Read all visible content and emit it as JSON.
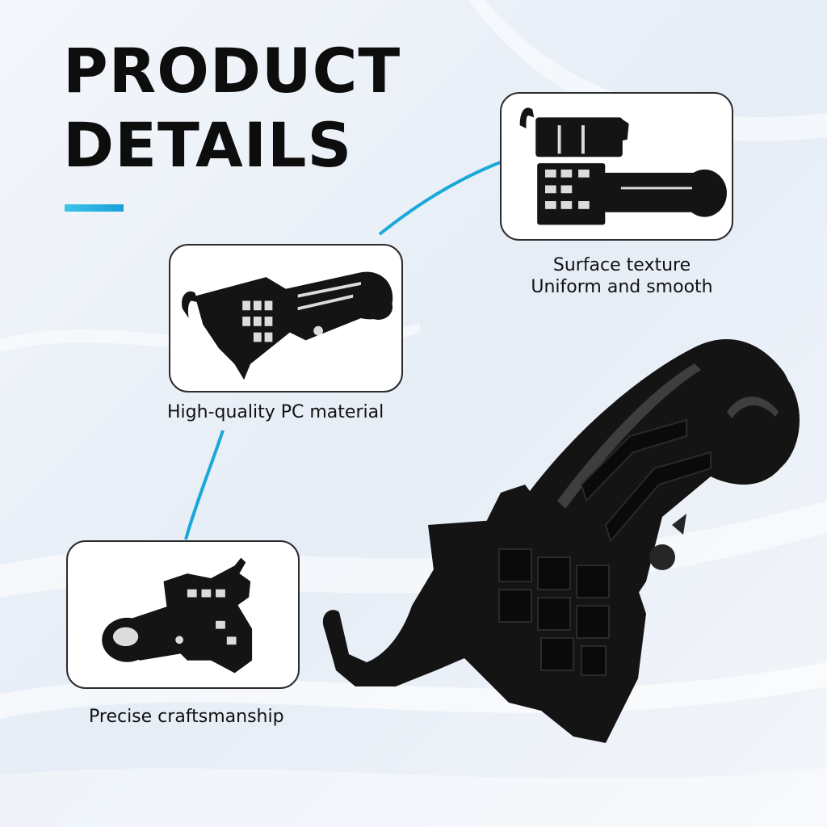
{
  "title": {
    "line1": "PRODUCT",
    "line2": "DETAILS"
  },
  "colors": {
    "accent": "#1aa8d8",
    "part": "#141414",
    "card_border": "#2b2b2b",
    "background": "#e9eff7"
  },
  "features": [
    {
      "caption_line1": "Surface texture",
      "caption_line2": "Uniform and smooth",
      "icon": "plastic-part-side-view-image"
    },
    {
      "caption": "High-quality PC material",
      "icon": "plastic-part-angled-view-image"
    },
    {
      "caption": "Precise craftsmanship",
      "icon": "plastic-part-top-view-image"
    }
  ],
  "hero": {
    "icon": "plastic-part-closeup-image"
  }
}
